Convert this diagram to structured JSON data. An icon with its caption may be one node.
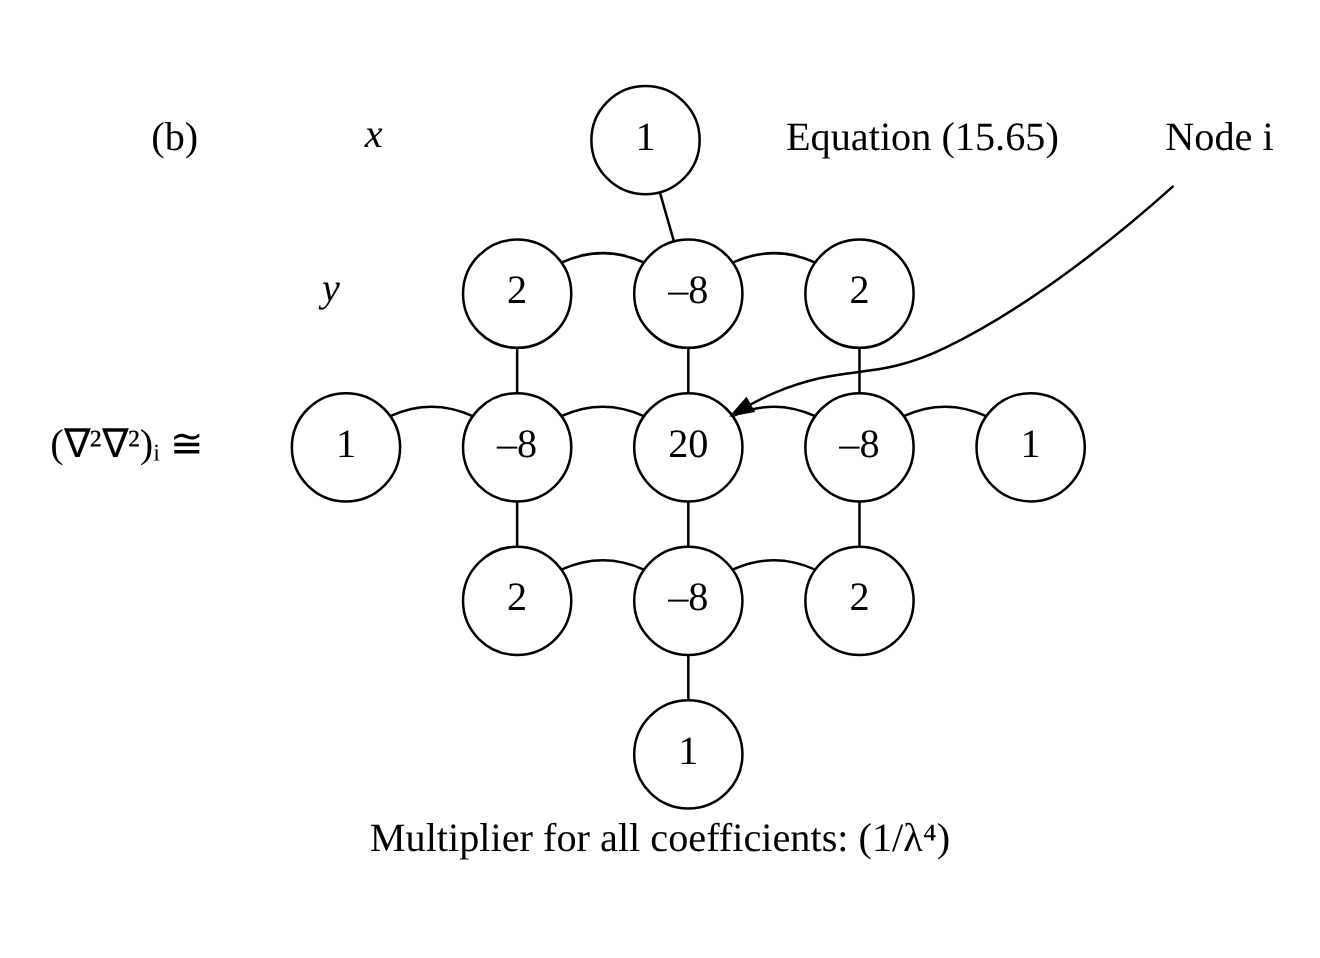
{
  "diagram": {
    "caption": "Multiplier for all coefficients: (1/λ⁴)",
    "nodes": [
      {
        "text": [
          "1"
        ]
      },
      {
        "text": [
          "2"
        ]
      },
      {
        "text": [
          "–8"
        ]
      },
      {
        "text": [
          "2"
        ]
      },
      {
        "text": [
          "1"
        ]
      },
      {
        "text": [
          "–8"
        ]
      },
      {
        "text": [
          "20"
        ]
      },
      {
        "text": [
          "–8"
        ]
      },
      {
        "text": [
          "1"
        ]
      },
      {
        "text": [
          "2"
        ]
      },
      {
        "text": [
          "–8"
        ]
      },
      {
        "text": [
          "2"
        ]
      },
      {
        "text": [
          "1"
        ]
      },
      {
        "text": [
          "Node i"
        ]
      }
    ],
    "edges": [
      {
        "from": 0,
        "to": 2,
        "arrow": "none"
      },
      {
        "from": 1,
        "to": 2,
        "arrow": "none"
      },
      {
        "from": 2,
        "to": 3,
        "arrow": "none"
      },
      {
        "from": 1,
        "to": 5,
        "arrow": "none"
      },
      {
        "from": 2,
        "to": 6,
        "arrow": "none"
      },
      {
        "from": 3,
        "to": 7,
        "arrow": "none"
      },
      {
        "from": 4,
        "to": 5,
        "arrow": "none"
      },
      {
        "from": 5,
        "to": 6,
        "arrow": "none"
      },
      {
        "from": 6,
        "to": 7,
        "arrow": "none"
      },
      {
        "from": 7,
        "to": 8,
        "arrow": "none"
      },
      {
        "from": 5,
        "to": 9,
        "arrow": "none"
      },
      {
        "from": 6,
        "to": 10,
        "arrow": "none"
      },
      {
        "from": 7,
        "to": 11,
        "arrow": "none"
      },
      {
        "from": 9,
        "to": 10,
        "arrow": "none"
      },
      {
        "from": 10,
        "to": 11,
        "arrow": "none"
      },
      {
        "from": 10,
        "to": 12,
        "arrow": "none"
      },
      {
        "from": 13,
        "to": 6,
        "arrow": "to"
      }
    ],
    "labels": [
      "(b)",
      "x",
      "y",
      "(∇²∇²)ᵢ ≅",
      "Equation (15.65)"
    ]
  }
}
